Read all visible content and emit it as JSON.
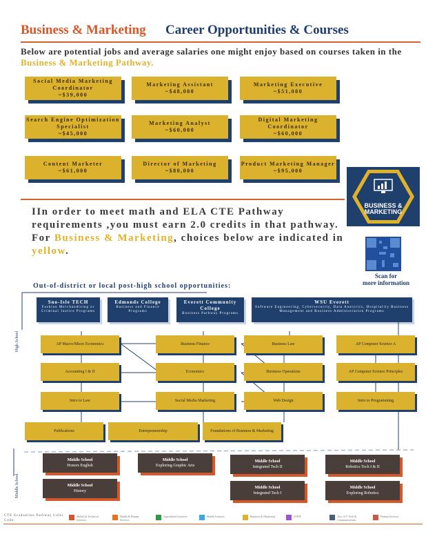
{
  "header": {
    "title_left": "Business & Marketing",
    "title_right": "Career Opportunities & Courses"
  },
  "intro": {
    "text_before": "Below are potential jobs and average salaries one might enjoy based on courses taken in the ",
    "highlight": "Business & Marketing Pathway."
  },
  "jobs": [
    {
      "title": "Social Media Marketing Coordinator",
      "salary": "~$39,000"
    },
    {
      "title": "Marketing Assistant",
      "salary": "~$48,000"
    },
    {
      "title": "Marketing Executive",
      "salary": "~$51,000"
    },
    {
      "title": "Search Engine Optimization Specialist",
      "salary": "~$45,000"
    },
    {
      "title": "Marketing Analyst",
      "salary": "~$60,000"
    },
    {
      "title": "Digital Marketing Coordinator",
      "salary": "~$60,000"
    },
    {
      "title": "Content Marketer",
      "salary": "~$61,000"
    },
    {
      "title": "Director of Marketing",
      "salary": "~$80,000"
    },
    {
      "title": "Product Marketing Manager",
      "salary": "~$95,000"
    }
  ],
  "requirements": {
    "part1": "IIn order to meet math and ELA CTE Pathway requirements ,you must earn 2.0 credits in that pathway. For ",
    "pathway": "Business & Marketing",
    "part2": ", choices below are indicated in ",
    "color_word": "yellow",
    "part3": "."
  },
  "logo": {
    "line1": "BUSINESS &",
    "line2": "MARKETING"
  },
  "scan": {
    "line1": "Scan for",
    "line2": "more information"
  },
  "opportunities_heading": "Out-of-district or local post-high school opportunities:",
  "colleges": [
    {
      "name": "Sno-Isle TECH",
      "desc": "Fashion Merchandising or Criminal Justice Programs"
    },
    {
      "name": "Edmonds College",
      "desc": "Business and Finance Programs"
    },
    {
      "name": "Everett Community College",
      "desc": "Business Pathway Programs"
    },
    {
      "name": "WSU Everett",
      "desc": "Software Engineering, Cybersecurity, Data Analytics, Hospitality Business Management and Business Administration Programs"
    }
  ],
  "labels": {
    "high_school": "High School",
    "middle_school": "Middle School"
  },
  "courses": {
    "ap_macro": "AP Macro/Micro Economics",
    "business_finance": "Business Finance",
    "business_law": "Business Law",
    "ap_cs_a": "AP Computer Science A",
    "accounting": "Accounting I & II",
    "economics": "Economics",
    "business_operations": "Business Operations",
    "ap_cs_principles": "AP Computer Science Principles",
    "intro_law": "Intro to Law",
    "social_media_marketing": "Social Media Marketing",
    "web_design": "Web Design",
    "intro_programming": "Intro to Programming",
    "publications": "Publications",
    "entrepreneurship": "Entrepreneurship",
    "foundations": "Foundations of Business & Marketing"
  },
  "middle_school": {
    "heading": "Middle School",
    "honors_english": "Honors English",
    "history": "History",
    "graphic_arts": "Exploring Graphic Arts",
    "integrated_tech_2": "Integrated Tech II",
    "integrated_tech_1": "Integrated Tech I",
    "robotics_tech": "Robotics Tech I & II",
    "exploring_robotics": "Exploring Robotics"
  },
  "legend": {
    "title": "CTE Graduation Pathway Color Code:",
    "items": [
      {
        "label": "Skilled & Technical Sciences",
        "color": "#d4582a"
      },
      {
        "label": "Health & Human Services",
        "color": "#e8721c"
      },
      {
        "label": "Agricultural Sciences",
        "color": "#2e9b4a"
      },
      {
        "label": "Health Sciences",
        "color": "#3ea6e0"
      },
      {
        "label": "Business & Marketing",
        "color": "#dbb22e"
      },
      {
        "label": "STEM",
        "color": "#9b55d4"
      },
      {
        "label": "Arts, A/V Tech & Communications",
        "color": "#4a5e7a"
      },
      {
        "label": "Human Services",
        "color": "#c95a4a"
      }
    ]
  },
  "colors": {
    "orange": "#d4582a",
    "navy": "#1f3f6d",
    "yellow": "#dbb22e",
    "brown": "#4a3e3a"
  }
}
